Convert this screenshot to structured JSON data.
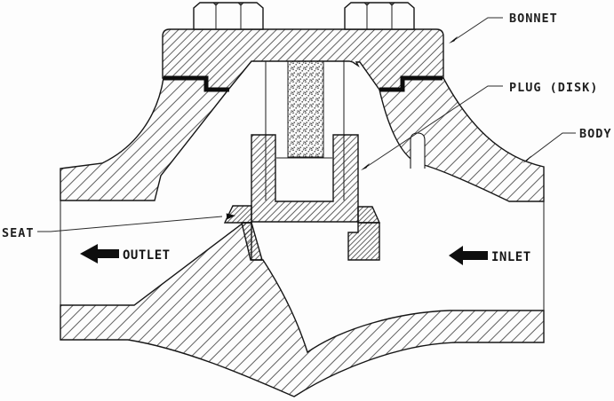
{
  "diagram": {
    "part_labels": {
      "bonnet": "BONNET",
      "plug": "PLUG (DISK)",
      "body": "BODY",
      "seat": "SEAT"
    },
    "flow_labels": {
      "outlet": "OUTLET",
      "inlet": "INLET"
    },
    "colors": {
      "background": "#fdfdfd",
      "line": "#1a1a1a",
      "solid_arrow": "#0e0e0e"
    }
  }
}
